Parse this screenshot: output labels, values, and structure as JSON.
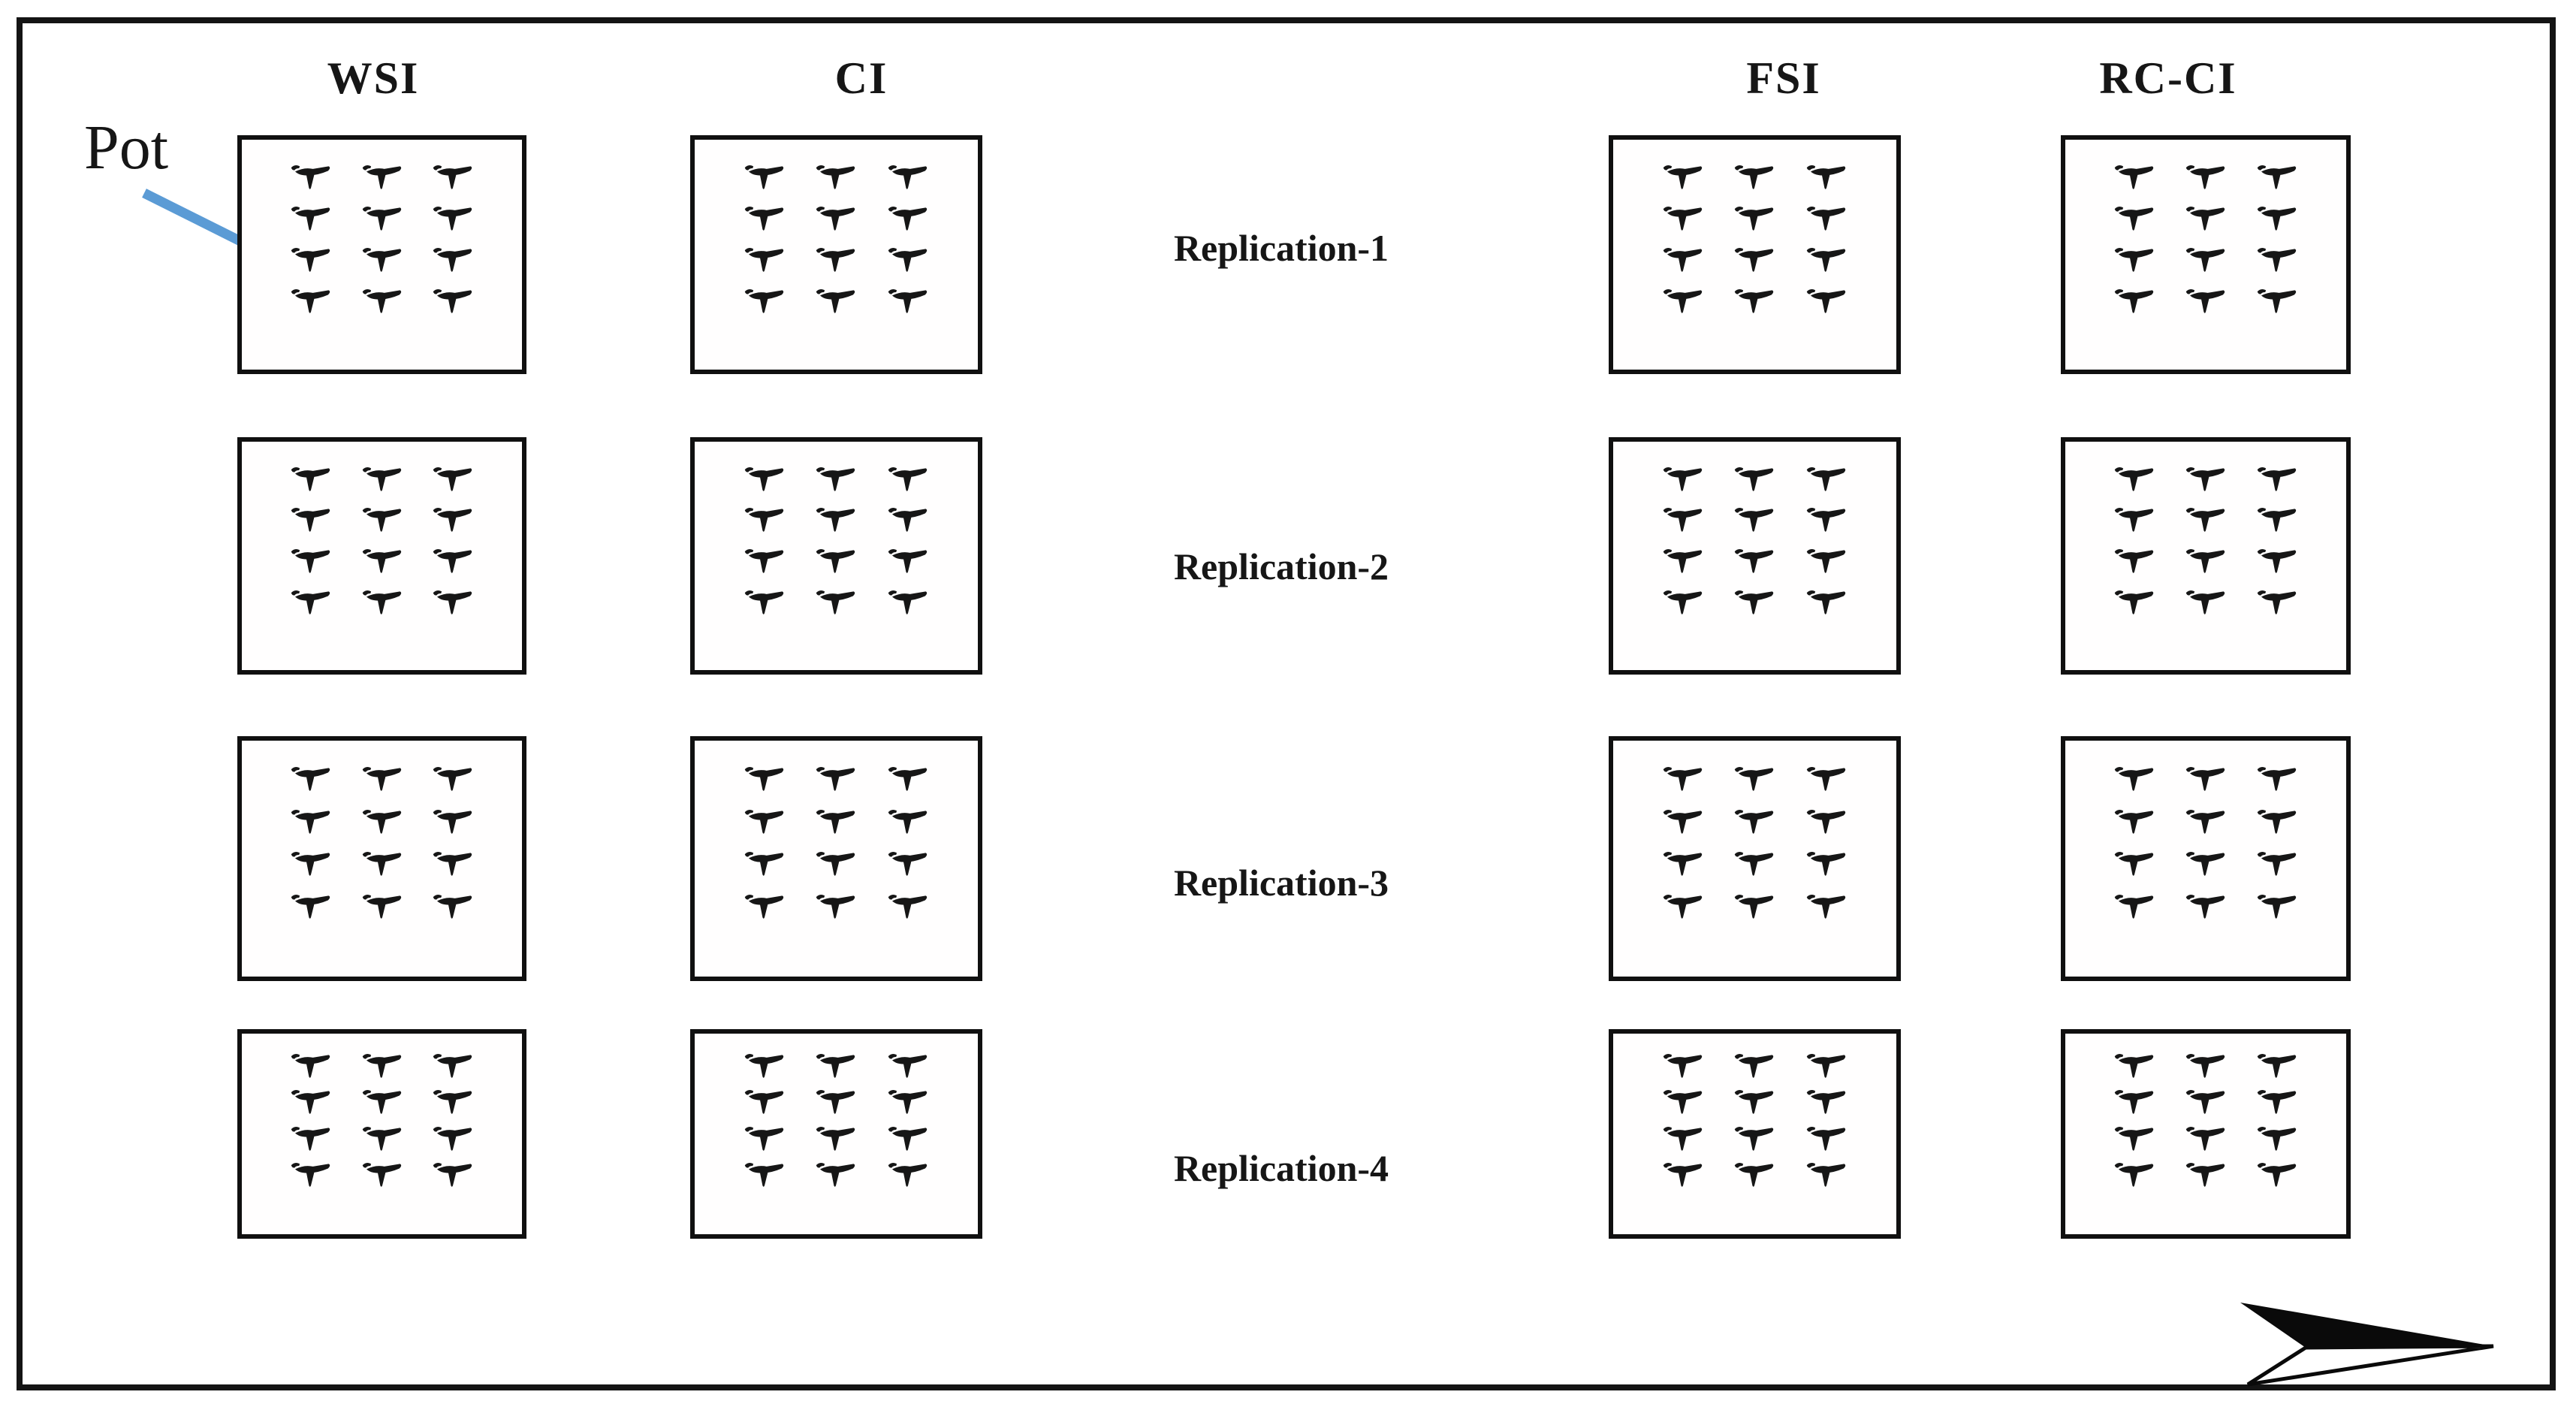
{
  "figure": {
    "treatments": [
      {
        "label": "WSI"
      },
      {
        "label": "CI"
      },
      {
        "label": "FSI"
      },
      {
        "label": "RC-CI"
      }
    ],
    "replications": [
      {
        "label": "Replication-1"
      },
      {
        "label": "Replication-2"
      },
      {
        "label": "Replication-3"
      },
      {
        "label": "Replication-4"
      }
    ],
    "pot_annotation": {
      "label": "Pot"
    },
    "pots_per_box": {
      "rows": 4,
      "cols": 3,
      "count": 12
    },
    "icons": {
      "pot": "seedling-icon",
      "direction": "north-arrow-icon",
      "annotation": "blue-arrow-icon"
    },
    "colors": {
      "ink": "#161616",
      "box_border": "#101010",
      "annotation_arrow": "#5b9bd5",
      "background": "#ffffff"
    }
  }
}
